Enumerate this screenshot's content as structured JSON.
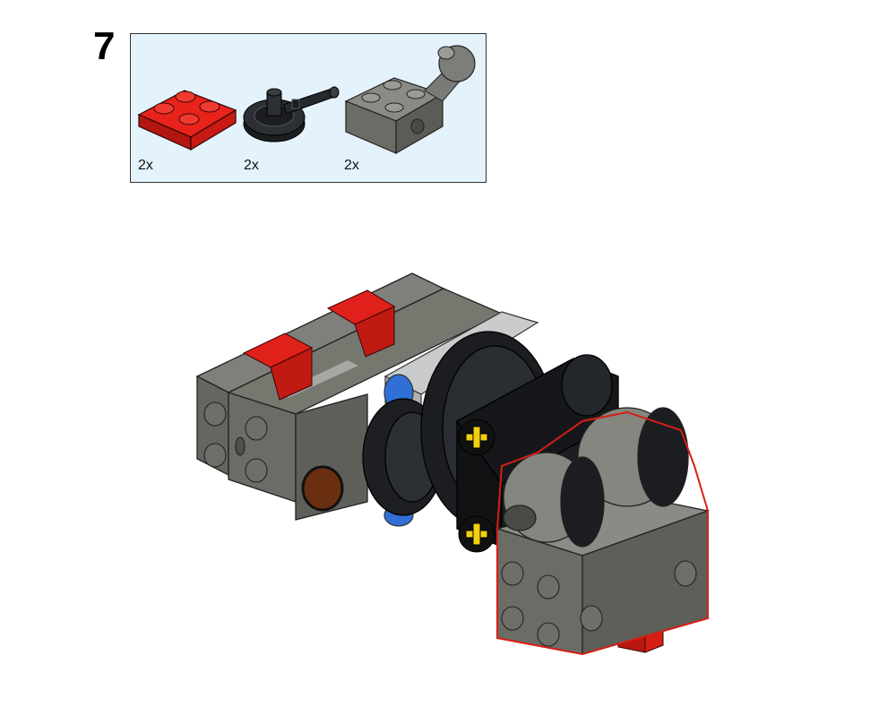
{
  "step": {
    "number": "7"
  },
  "parts": [
    {
      "name": "red-plate-2x2",
      "qty": "2x",
      "color": "#e0201a"
    },
    {
      "name": "black-turntable-pin",
      "qty": "2x",
      "color": "#1b1d20"
    },
    {
      "name": "gray-brick-with-ball-joint",
      "qty": "2x",
      "color": "#6b6c66"
    }
  ],
  "colors": {
    "callout_bg": "#e3f2fb",
    "gray": "#6b6c66",
    "red": "#d61f14",
    "black": "#15171a",
    "yellow": "#f2cf10",
    "blue": "#2f6fd6",
    "light_gray": "#c9cbcc",
    "brown": "#6a2f10"
  }
}
